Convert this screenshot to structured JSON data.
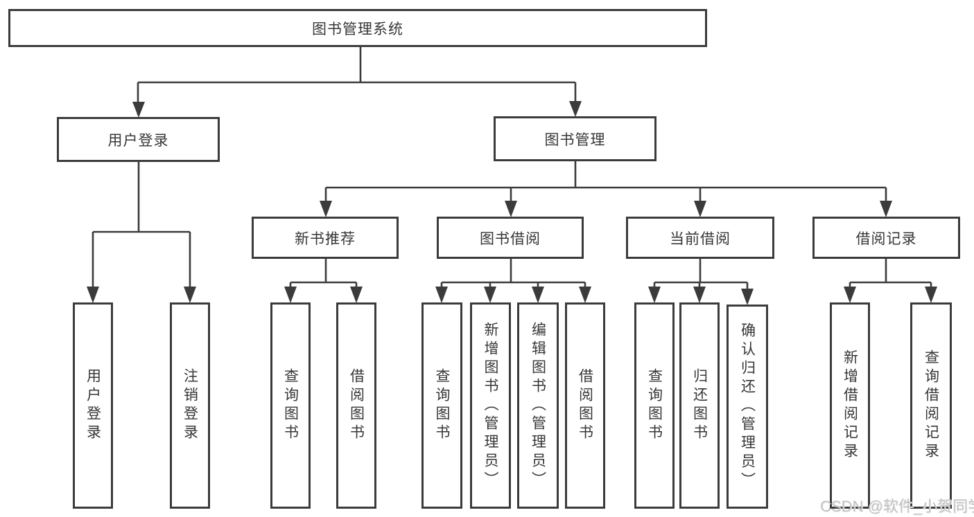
{
  "diagram": {
    "title": "图书管理系统",
    "level2": {
      "user_login": "用户登录",
      "book_mgmt": "图书管理"
    },
    "level3": {
      "new_book": "新书推荐",
      "book_borrow": "图书借阅",
      "current_borrow": "当前借阅",
      "borrow_records": "借阅记录"
    },
    "leaves": {
      "user_login_1": "用户登录",
      "user_login_2": "注销登录",
      "new_book_1": "查询图书",
      "new_book_2": "借阅图书",
      "book_borrow_1": "查询图书",
      "book_borrow_2": "新增图书（管理员）",
      "book_borrow_3": "编辑图书（管理员）",
      "book_borrow_4": "借阅图书",
      "current_borrow_1": "查询图书",
      "current_borrow_2": "归还图书",
      "current_borrow_3": "确认归还（管理员）",
      "borrow_records_1": "新增借阅记录",
      "borrow_records_2": "查询借阅记录"
    }
  },
  "watermark": "CSDN @软件_小贺同学",
  "colors": {
    "line": "#3b3b3b",
    "text": "#363636",
    "watermark": "#c3c3c3",
    "background": "#ffffff"
  }
}
